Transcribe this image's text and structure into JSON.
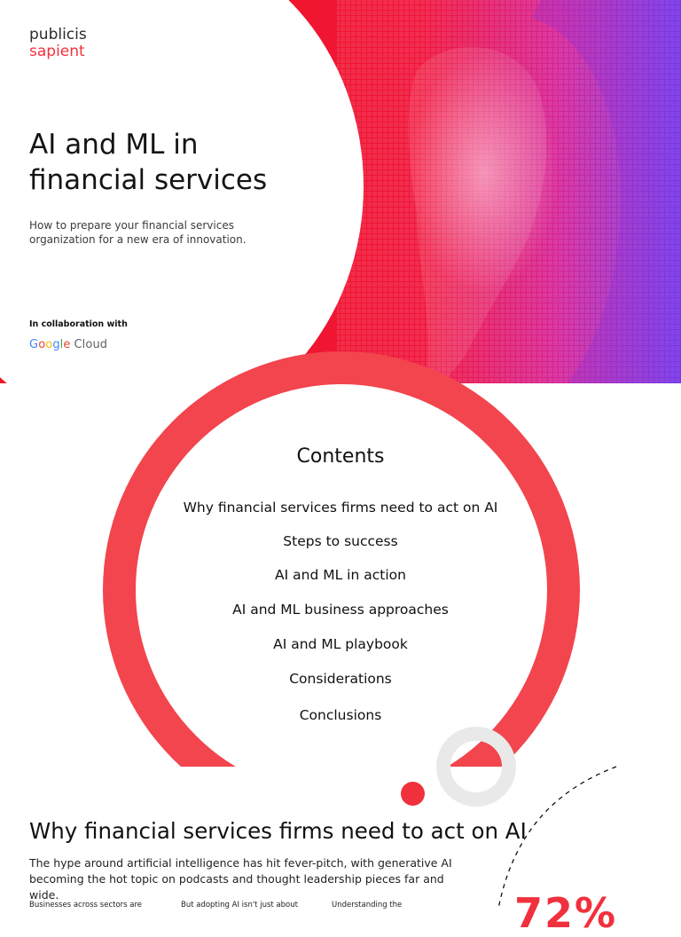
{
  "cover": {
    "logo_line1": "publicis",
    "logo_line2": "sapient",
    "title_line1": "AI and ML in",
    "title_line2": "financial services",
    "subtitle_line1": "How to prepare your financial services",
    "subtitle_line2": "organization for a new era of innovation.",
    "collab_label": "In collaboration with",
    "google_letters": [
      "G",
      "o",
      "o",
      "g",
      "l",
      "e"
    ],
    "google_colors": [
      "#4285F4",
      "#EA4335",
      "#FBBC05",
      "#4285F4",
      "#34A853",
      "#EA4335"
    ],
    "cloud_word": "Cloud",
    "hero_colors": {
      "red": "#f0313d",
      "magenta": "#e0209a",
      "violet": "#6a38f0"
    }
  },
  "contents": {
    "title": "Contents",
    "items": [
      "Why financial services firms need to act on AI",
      "Steps to success",
      "AI and ML in action",
      "AI and ML business approaches",
      "AI and ML playbook",
      "Considerations",
      "Conclusions"
    ],
    "ring_color": "#f2454d"
  },
  "section": {
    "title": "Why financial services firms need to act on AI",
    "lede_line1": "The hype around artificial intelligence has hit fever-pitch, with generative AI",
    "lede_line2": "becoming the hot topic on podcasts and thought leadership pieces far and wide.",
    "col1": "Businesses across sectors are",
    "col2": "But adopting AI isn't just about",
    "col3": "Understanding the",
    "stat": "72%",
    "accent": "#f0313d"
  }
}
